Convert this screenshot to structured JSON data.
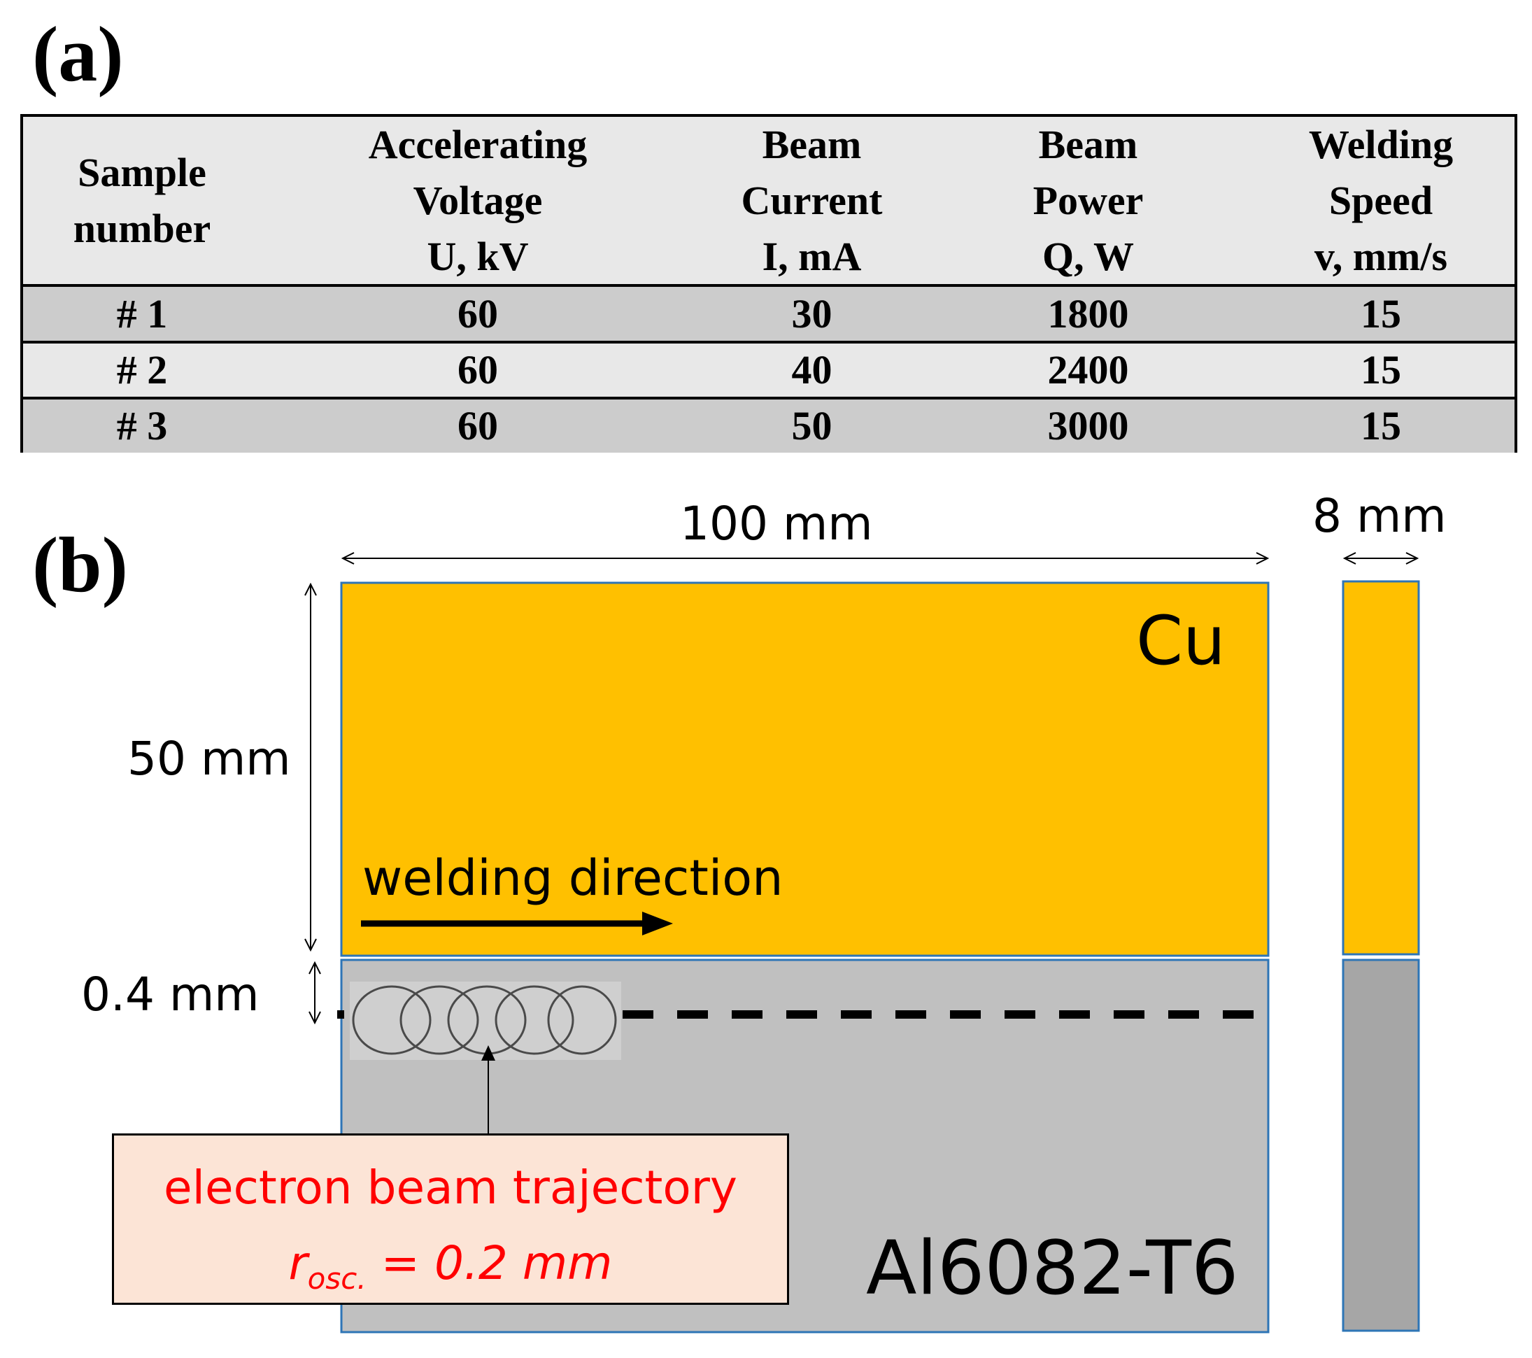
{
  "panels": {
    "a": "(a)",
    "b": "(b)"
  },
  "table": {
    "headers": [
      [
        "Sample",
        "number"
      ],
      [
        "Accelerating",
        "Voltage",
        "U, kV"
      ],
      [
        "Beam",
        "Current",
        "I, mA"
      ],
      [
        "Beam",
        "Power",
        "Q, W"
      ],
      [
        "Welding",
        "Speed",
        "v, mm/s"
      ]
    ],
    "rows": [
      [
        "# 1",
        "60",
        "30",
        "1800",
        "15"
      ],
      [
        "# 2",
        "60",
        "40",
        "2400",
        "15"
      ],
      [
        "# 3",
        "60",
        "50",
        "3000",
        "15"
      ]
    ]
  },
  "diagram": {
    "width_label": "100 mm",
    "thickness_label": "8 mm",
    "height_label": "50 mm",
    "gap_label": "0.4 mm",
    "top_material": "Cu",
    "bottom_material": "Al6082-T6",
    "direction_label": "welding direction",
    "callout_line1": "electron beam trajectory",
    "callout_r": "r",
    "callout_sub": "osc.",
    "callout_value": " = 0.2 mm",
    "colors": {
      "copper": "#ffc000",
      "aluminum": "#c0c0c0",
      "aluminum_side": "#a6a6a6",
      "outline": "#2e75b6",
      "callout_bg": "#fce4d6",
      "callout_text": "#ff0000"
    }
  }
}
